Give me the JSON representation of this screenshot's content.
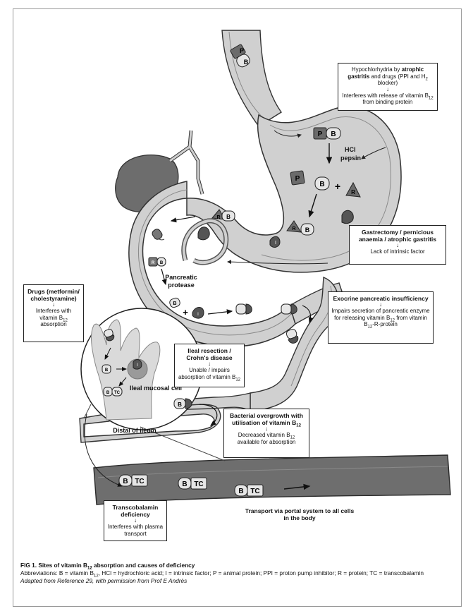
{
  "diagram": {
    "labels": {
      "p": "P",
      "b": "B",
      "r": "R",
      "i": "I",
      "plus": "+",
      "hcl": "HCl",
      "pepsin": "pepsin",
      "pancreatic": "Pancreatic",
      "protease": "protease",
      "ileal_mucosal_cell": "Ileal mucosal cell",
      "distal_ileum": "Distal of ileum",
      "btc_b": "B",
      "btc_tc": "TC",
      "transport": "Transport via portal system to all cells in the body"
    },
    "boxes": {
      "hypochlorhydria": {
        "title_pre": "Hypochlorhydria by ",
        "title_bold": "atrophic gastritis",
        "title_post": " and drugs (PPI and H",
        "title_sub": "2",
        "title_end": " blocker)",
        "arrow": "↓",
        "desc": "Interferes with release of vitamin B",
        "desc_sub": "12",
        "desc_end": " from binding protein"
      },
      "gastrectomy": {
        "title": "Gastrectomy / pernicious anaemia / atrophic gastritis",
        "arrow": "↓",
        "desc": "Lack of intrinsic factor"
      },
      "exocrine": {
        "title": "Exocrine pancreatic insufficiency",
        "arrow": "↓",
        "desc": "Impairs secretion of pancreatic enzyme for releasing vitamin B",
        "desc_sub": "12",
        "desc_mid": " from vitamin B",
        "desc_sub2": "12",
        "desc_end": "-R-protein"
      },
      "drugs": {
        "title": "Drugs (metformin/ cholestyramine)",
        "arrow": "↓",
        "desc": "Interferes with vitamin B",
        "desc_sub": "12",
        "desc_end": " absorption"
      },
      "ileal": {
        "title": "Ileal resection / Crohn's disease",
        "arrow": "↓",
        "desc": "Unable / impairs absorption of vitamin B",
        "desc_sub": "12"
      },
      "bacterial": {
        "title": "Bacterial overgrowth with utilisation of vitamin B",
        "title_sub": "12",
        "arrow": "↓",
        "desc": "Decreased vitamin B",
        "desc_sub": "12",
        "desc_end": " available for absorption"
      },
      "transcobalamin": {
        "title": "Transcobalamin deficiency",
        "arrow": "↓",
        "desc": "Interferes with plasma transport"
      }
    }
  },
  "caption": {
    "title": "FIG 1. Sites of vitamin B",
    "title_sub": "12",
    "title_end": " absorption and causes of deficiency",
    "abbrev": "Abbreviations: B = vitamin B",
    "abbrev_sub": "12",
    "abbrev_end": ", HCl = hydrochloric acid; I = intrinsic factor; P = animal protein; PPI = proton pump inhibitor; R = protein; TC = transcobalamin",
    "adapted": "Adapted from Reference 29, with permission from Prof E Andrès"
  },
  "colors": {
    "organ_fill": "#d0d0d0",
    "organ_dark": "#8a8a8a",
    "vessel": "#6e6e6e",
    "token_dark": "#555555",
    "token_light": "#e6e6e6"
  }
}
